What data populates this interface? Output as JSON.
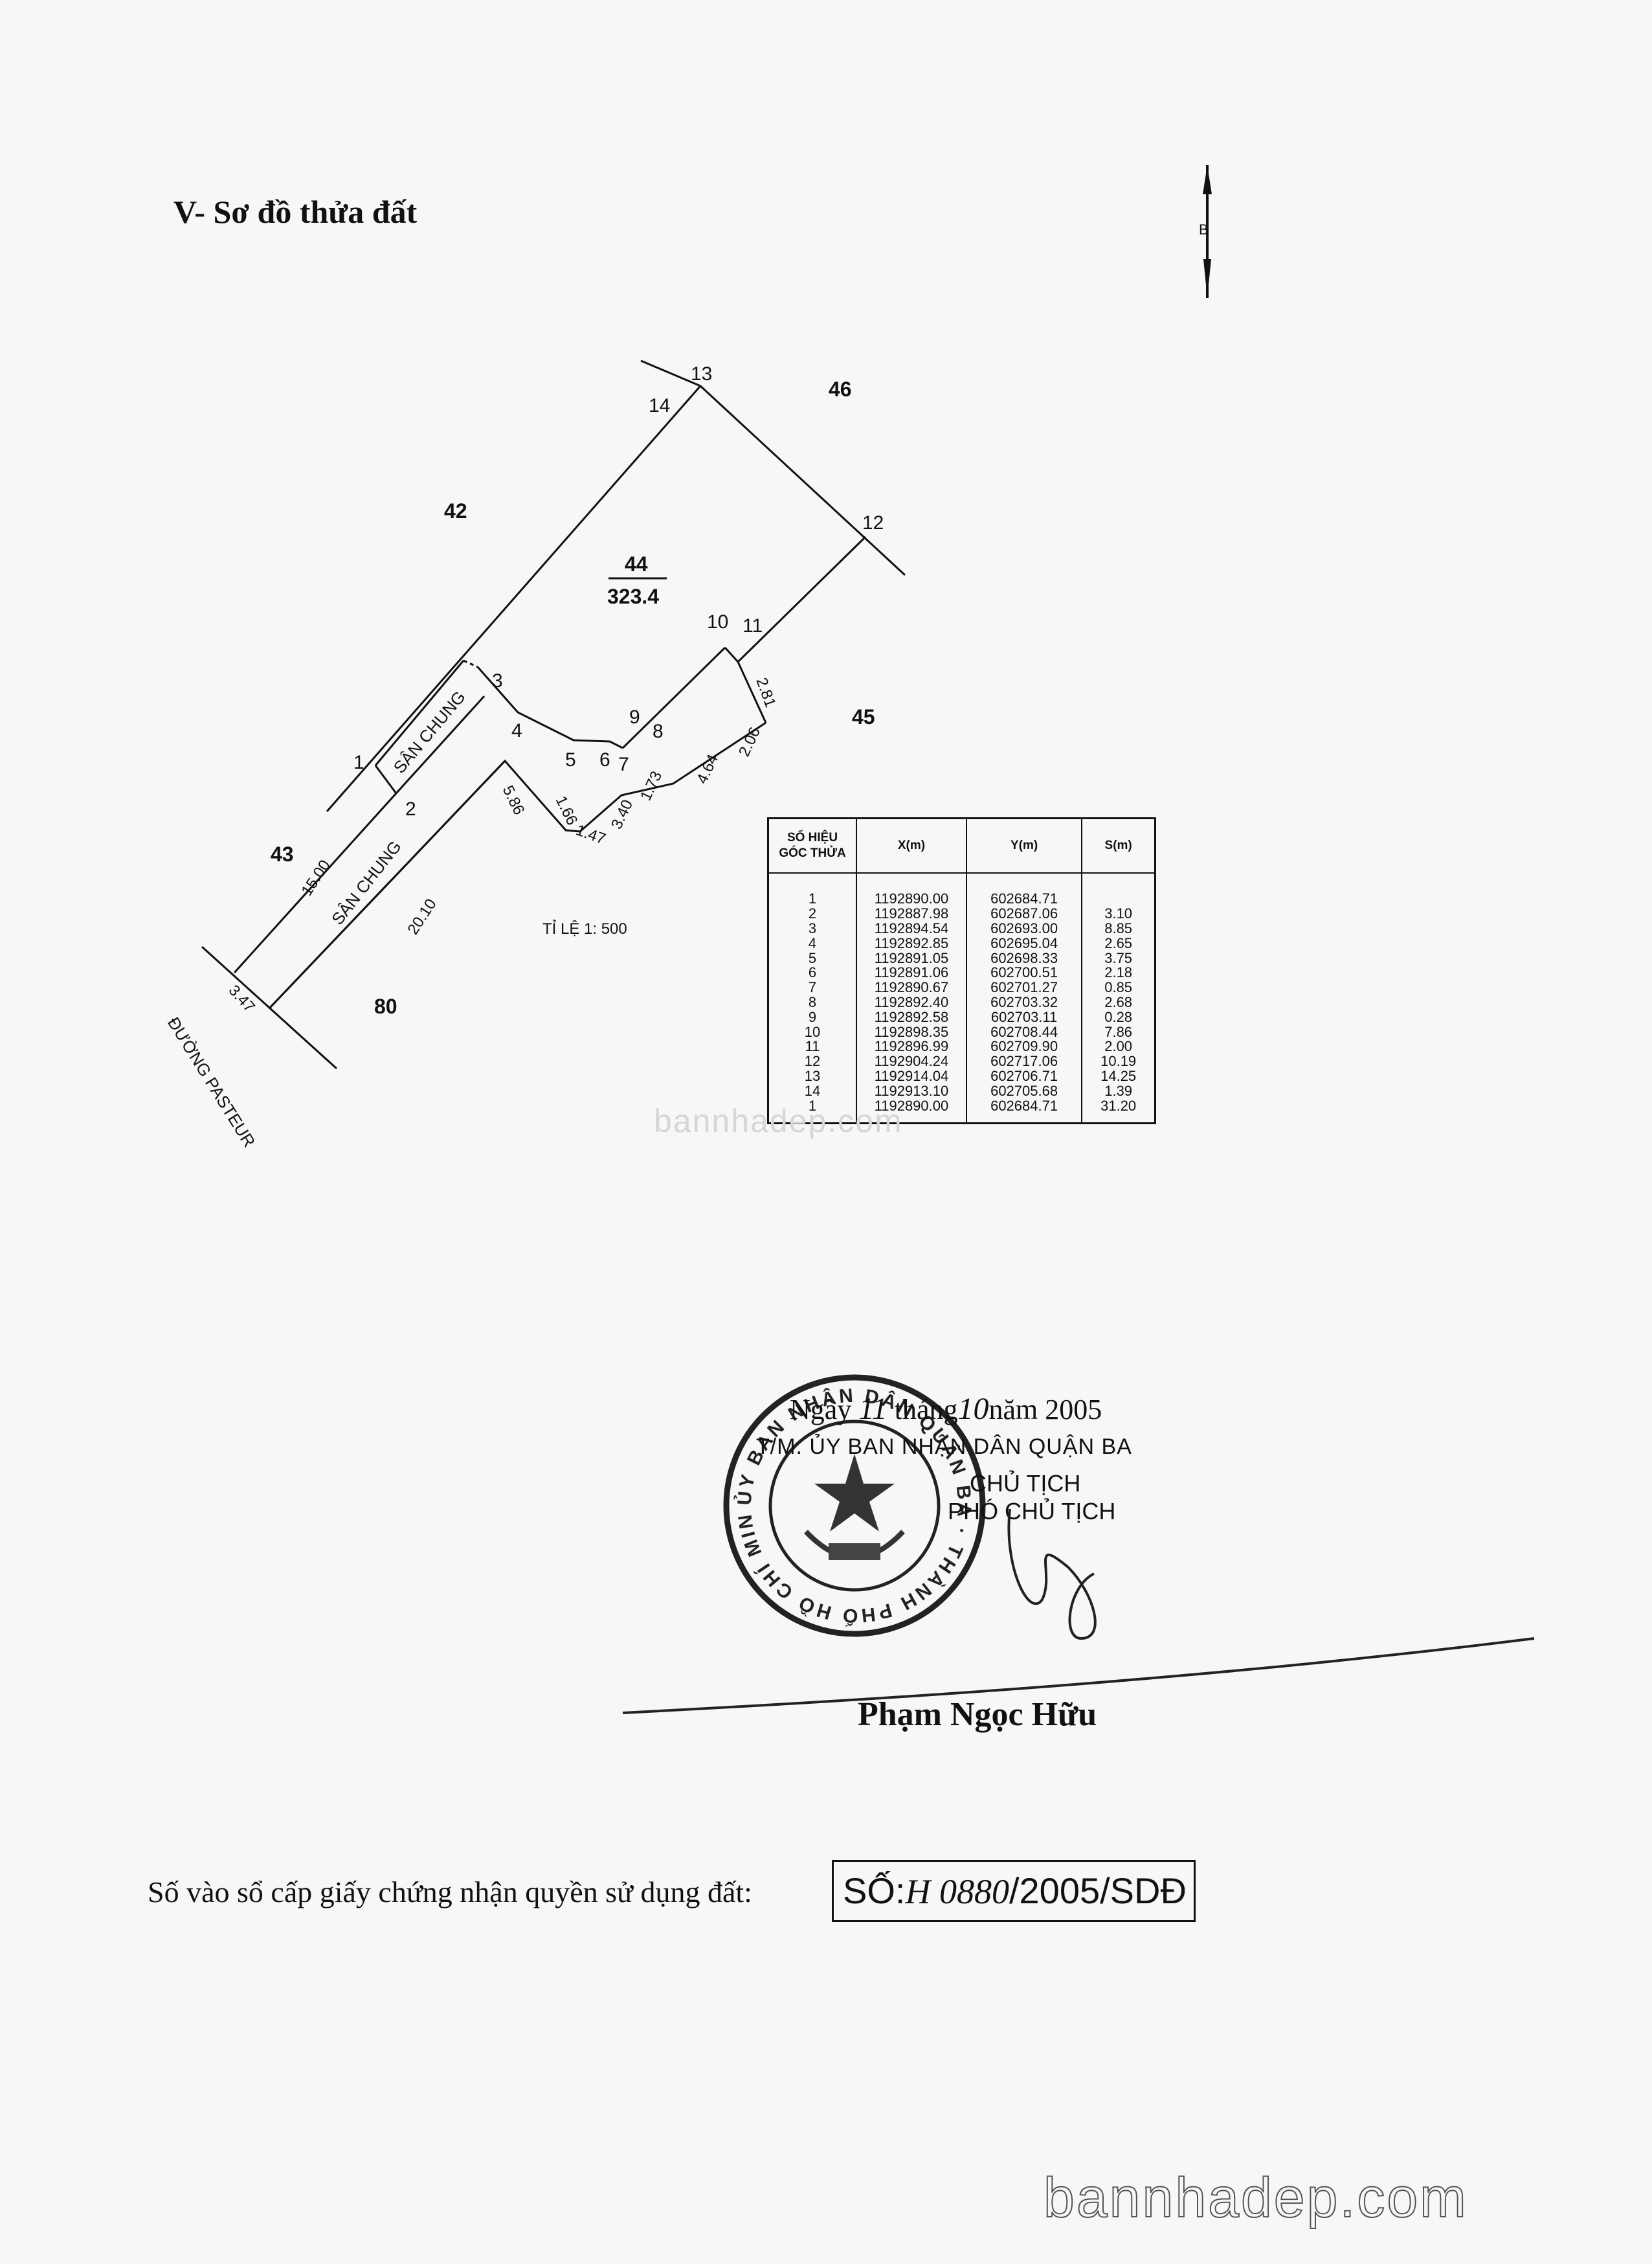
{
  "document": {
    "section_title": "V- Sơ đồ thửa đất"
  },
  "plot": {
    "neighbor_parcels": [
      "46",
      "42",
      "45",
      "43",
      "80"
    ],
    "parcel_number": "44",
    "parcel_area": "323.4",
    "vertex_labels": [
      "1",
      "2",
      "3",
      "4",
      "5",
      "6",
      "7",
      "8",
      "9",
      "10",
      "11",
      "12",
      "13",
      "14"
    ],
    "edge_lengths": {
      "e15": "15.00",
      "e2010": "20.10",
      "e347": "3.47",
      "e586": "5.86",
      "e166": "1.66",
      "e147": "1.47",
      "e340": "3.40",
      "e173": "1.73",
      "e464": "4.64",
      "e206": "2.06",
      "e281": "2.81"
    },
    "shared_yard_label": "SÂN CHUNG",
    "street_label": "ĐƯỜNG PASTEUR",
    "scale_label": "TỈ LỆ 1: 500",
    "north_label": "B"
  },
  "table": {
    "headers": [
      "SỐ HIỆU GÓC THỬA",
      "X(m)",
      "Y(m)",
      "S(m)"
    ],
    "rows": [
      {
        "id": "1",
        "x": "1192890.00",
        "y": "602684.71",
        "s": ""
      },
      {
        "id": "2",
        "x": "1192887.98",
        "y": "602687.06",
        "s": "3.10"
      },
      {
        "id": "3",
        "x": "1192894.54",
        "y": "602693.00",
        "s": "8.85"
      },
      {
        "id": "4",
        "x": "1192892.85",
        "y": "602695.04",
        "s": "2.65"
      },
      {
        "id": "5",
        "x": "1192891.05",
        "y": "602698.33",
        "s": "3.75"
      },
      {
        "id": "6",
        "x": "1192891.06",
        "y": "602700.51",
        "s": "2.18"
      },
      {
        "id": "7",
        "x": "1192890.67",
        "y": "602701.27",
        "s": "0.85"
      },
      {
        "id": "8",
        "x": "1192892.40",
        "y": "602703.32",
        "s": "2.68"
      },
      {
        "id": "9",
        "x": "1192892.58",
        "y": "602703.11",
        "s": "0.28"
      },
      {
        "id": "10",
        "x": "1192898.35",
        "y": "602708.44",
        "s": "7.86"
      },
      {
        "id": "11",
        "x": "1192896.99",
        "y": "602709.90",
        "s": "2.00"
      },
      {
        "id": "12",
        "x": "1192904.24",
        "y": "602717.06",
        "s": "10.19"
      },
      {
        "id": "13",
        "x": "1192914.04",
        "y": "602706.71",
        "s": "14.25"
      },
      {
        "id": "14",
        "x": "1192913.10",
        "y": "602705.68",
        "s": "1.39"
      },
      {
        "id": "1",
        "x": "1192890.00",
        "y": "602684.71",
        "s": "31.20"
      }
    ]
  },
  "signature": {
    "date_prefix": "Ngày",
    "day": "11",
    "month_word": "tháng",
    "month": "10",
    "year_word": "năm 2005",
    "org": "T/M. ỦY BAN NHÂN DÂN QUẬN BA",
    "role_1": "CHỦ TỊCH",
    "role_2": "PHÓ CHỦ TỊCH",
    "signer_name": "Phạm Ngọc Hữu"
  },
  "stamp_text": "ỦY BAN NHÂN DÂN QUẬN BA · THÀNH PHỐ HỒ CHÍ MINH",
  "registration": {
    "label": "Số vào sổ cấp giấy chứng nhận quyền sử dụng đất:",
    "prefix": "SỐ:",
    "number": "H 0880",
    "suffix": "/2005/SDĐ"
  },
  "watermark": "bannhadep.com",
  "colors": {
    "ink": "#111111",
    "paper": "#f7f7f5",
    "watermark_faint": "#d6d6d6"
  }
}
